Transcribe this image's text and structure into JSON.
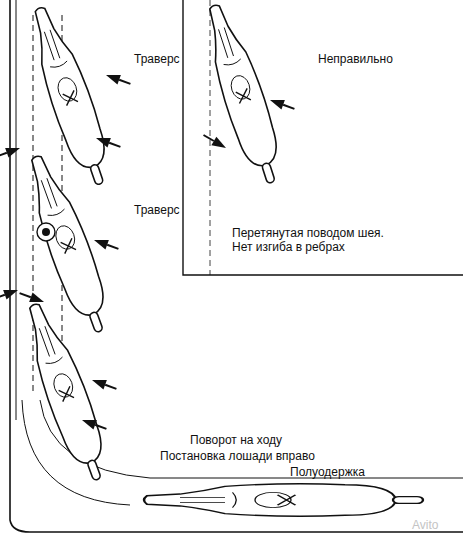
{
  "diagram": {
    "labels": [
      "Траверс",
      "Неправильно",
      "Траверс",
      "Перетянутая поводом шея. Нет изгиба в ребрах",
      "Поворот на ходу",
      "Постановка лошади вправо",
      "Полуодержка",
      "Avito"
    ]
  }
}
